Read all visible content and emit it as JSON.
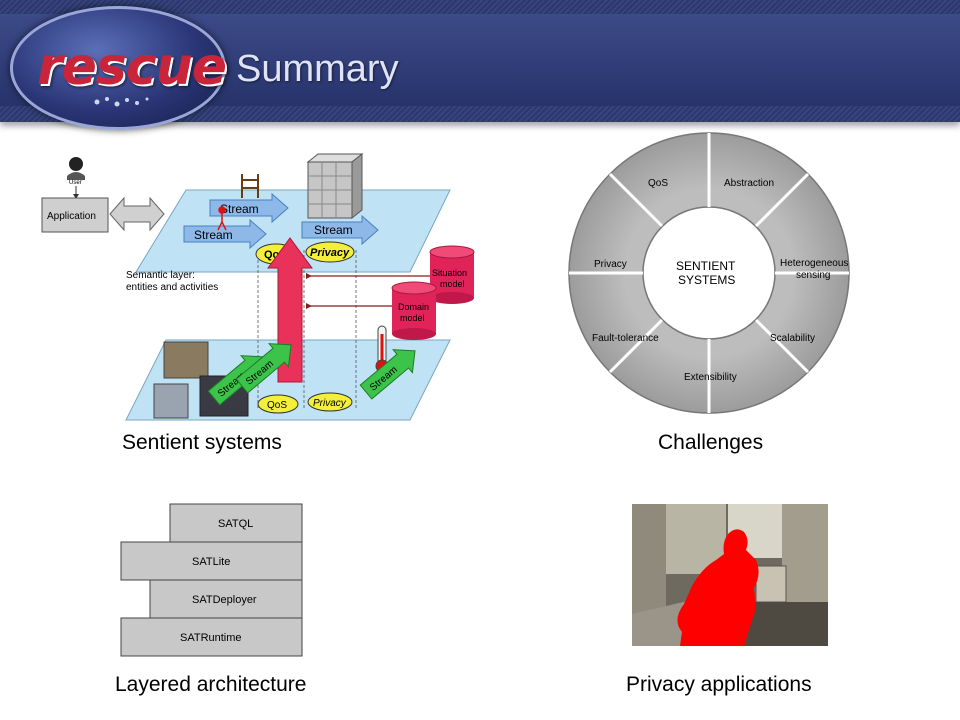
{
  "header": {
    "title": "Summary",
    "logo_text": "rescue"
  },
  "panels": {
    "sentient": {
      "caption": "Sentient systems",
      "user_label": "User",
      "application_label": "Application",
      "stream_label": "Stream",
      "qos_label": "QoS",
      "privacy_label": "Privacy",
      "semantic_layer_line1": "Semantic layer:",
      "semantic_layer_line2": "entities and activities",
      "situation_model_line1": "Situation",
      "situation_model_line2": "model",
      "domain_model_line1": "Domain",
      "domain_model_line2": "model"
    },
    "challenges": {
      "caption": "Challenges",
      "center_line1": "SENTIENT",
      "center_line2": "SYSTEMS",
      "segments": [
        "QoS",
        "Abstraction",
        "Heterogeneous",
        "sensing",
        "Privacy",
        "Scalability",
        "Fault-tolerance",
        "Extensibility"
      ]
    },
    "layers": {
      "caption": "Layered architecture",
      "items": [
        "SATQL",
        "SATLite",
        "SATDeployer",
        "SATRuntime"
      ]
    },
    "privacy": {
      "caption": "Privacy applications"
    }
  },
  "colors": {
    "header": "#2d3a74",
    "logo_text": "#c9253a",
    "plane": "#bfe3f5",
    "stream_blue": "#8db8e8",
    "stream_green": "#3cc44a",
    "qos_yellow": "#f3ef3a",
    "pillar": "#e8325a",
    "model": "#e0245a",
    "ring": "#a8a8a8",
    "layer": "#c8c8c8",
    "privacy_red": "#ff0000"
  }
}
